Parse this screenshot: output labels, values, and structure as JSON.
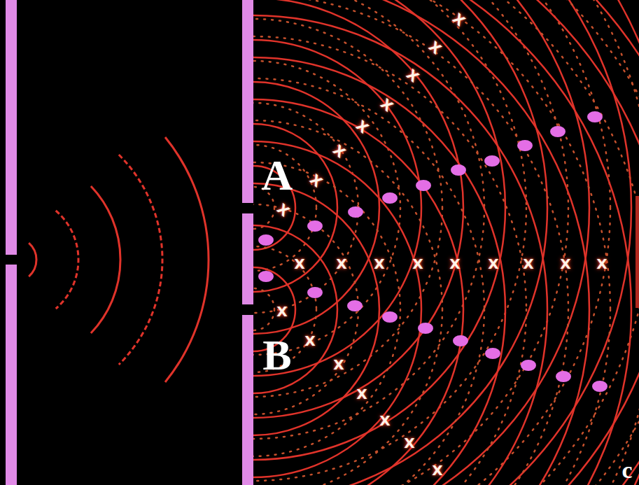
{
  "diagram": {
    "labels": [
      "A",
      "B",
      "X",
      "X",
      "X",
      "X",
      "X",
      "X",
      "X",
      "X",
      "X",
      "X",
      "X",
      "X",
      "X",
      "X",
      "X",
      "X",
      "X",
      "X",
      "X",
      "X",
      "X",
      "X",
      "X",
      "X",
      "c"
    ]
  }
}
